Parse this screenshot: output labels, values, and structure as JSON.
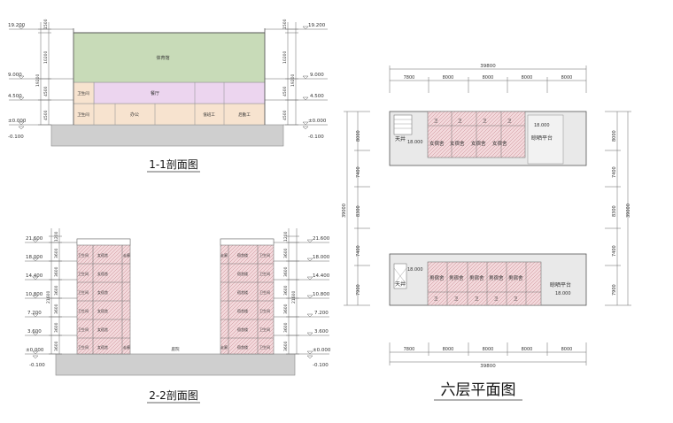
{
  "section_1": {
    "title": "1-1剖面图",
    "elev_left": [
      "19.200",
      "9.000",
      "4.500",
      "±0.000",
      "-0.100"
    ],
    "elev_right": [
      "19.200",
      "9.000",
      "4.500",
      "±0.000",
      "-0.100"
    ],
    "dims_left": [
      "1500",
      "10200",
      "4500",
      "4500"
    ],
    "dim_total_left": "19200",
    "dims_right": [
      "1500",
      "10200",
      "4500",
      "4500"
    ],
    "dim_total_right": "19200",
    "rooms": {
      "gym": "体育馆",
      "toilet_upper": "卫生间",
      "canteen": "餐厅",
      "toilet_lower": "卫生间",
      "office": "办公",
      "staff_1": "值班工",
      "staff_2": "后勤工"
    }
  },
  "section_2": {
    "title": "2-2剖面图",
    "elev": [
      "21.600",
      "18.000",
      "14.400",
      "10.800",
      "7.200",
      "3.600",
      "±0.000",
      "-0.100"
    ],
    "floor_dims": [
      "1200",
      "3600",
      "3600",
      "3600",
      "3600",
      "3600",
      "3600"
    ],
    "dim_total": "21600",
    "left_dorm": "女宿舍",
    "right_dorm": "宿舍楼",
    "toilet": "卫生间",
    "corridor": "走廊",
    "courtyard": "庭院"
  },
  "plan": {
    "title": "六层平面图",
    "total_width": "39800",
    "bay_widths": [
      "7800",
      "8000",
      "8000",
      "8000",
      "8000"
    ],
    "total_depth": "39000",
    "depth_dims": [
      "8000",
      "7400",
      "8300",
      "7400",
      "7900"
    ],
    "top_block": {
      "elev_left": "18.000",
      "elev_right": "18.000",
      "shaft": "天井",
      "room_label": "女宿舍",
      "terrace": "晾晒平台",
      "wc": "卫"
    },
    "bottom_block": {
      "elev_left": "18.000",
      "elev_right": "18.000",
      "shaft": "天井",
      "room_label": "男宿舍",
      "terrace": "晾晒平台",
      "wc": "卫"
    }
  }
}
